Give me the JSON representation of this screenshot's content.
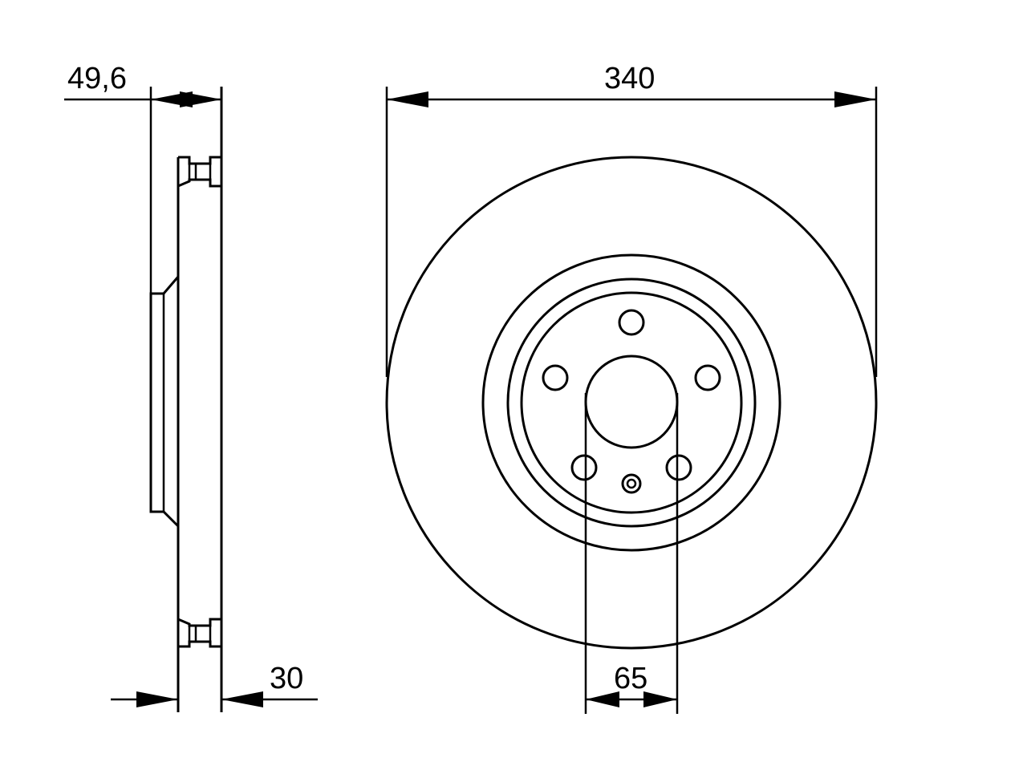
{
  "drawing": {
    "line_color": "#000000",
    "background_color": "#ffffff",
    "dimensions": {
      "overall_height": "49,6",
      "disc_thickness": "30",
      "outer_diameter": "340",
      "center_bore": "65"
    }
  }
}
